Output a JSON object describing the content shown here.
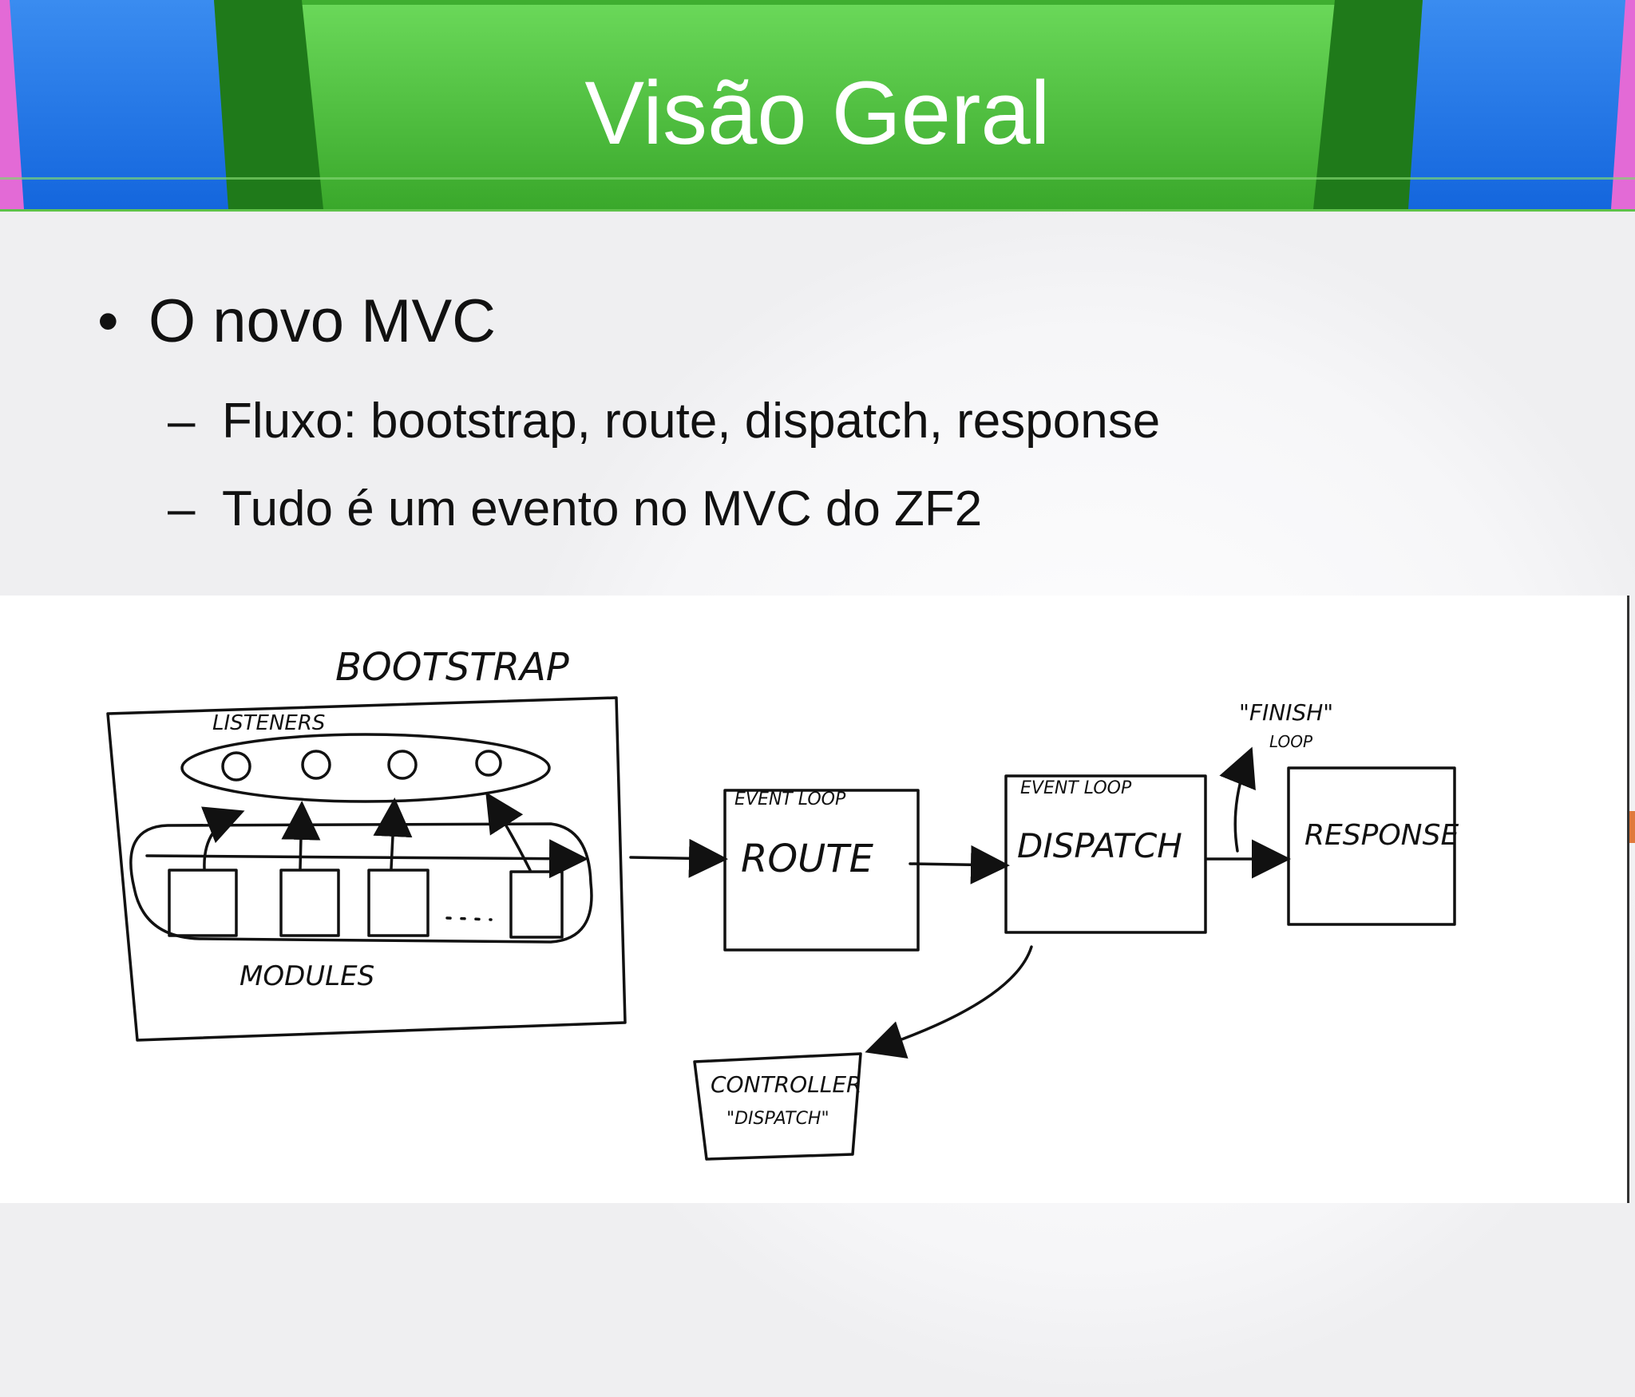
{
  "slide": {
    "title": "Visão Geral",
    "bullet": "O novo MVC",
    "subbullets": [
      "Fluxo: bootstrap, route, dispatch, response",
      "Tudo é um evento no MVC do ZF2"
    ]
  },
  "diagram": {
    "bootstrap": "BOOTSTRAP",
    "listeners": "LISTENERS",
    "modules": "MODULES",
    "route_caption": "EVENT LOOP",
    "route": "ROUTE",
    "dispatch_caption": "EVENT LOOP",
    "dispatch": "DISPATCH",
    "finish": "\"FINISH\"",
    "finish_loop": "LOOP",
    "response": "RESPONSE",
    "controller": "CONTROLLER",
    "controller_dispatch": "\"DISPATCH\""
  },
  "colors": {
    "header_green": "#4cc23a",
    "header_blue": "#1a74e6",
    "accent_pink": "#e36ad6"
  }
}
